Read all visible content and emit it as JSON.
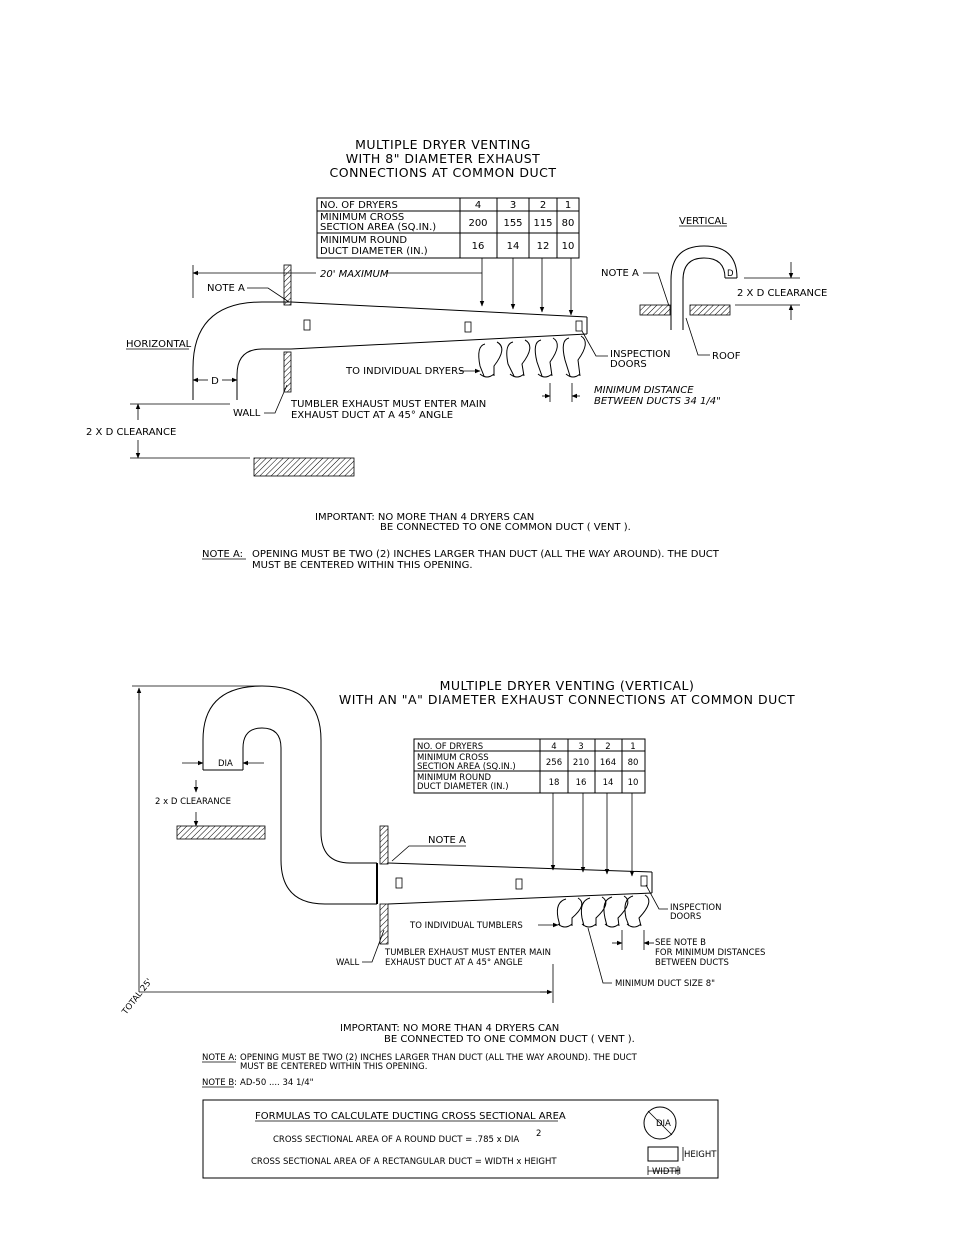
{
  "diagram1": {
    "title": [
      "MULTIPLE DRYER VENTING",
      "WITH 8\" DIAMETER EXHAUST",
      "CONNECTIONS AT COMMON DUCT"
    ],
    "table": {
      "header": [
        "NO. OF DRYERS",
        "4",
        "3",
        "2",
        "1"
      ],
      "rows": [
        {
          "label": [
            "MINIMUM CROSS",
            "SECTION AREA (SQ.IN.)"
          ],
          "values": [
            "200",
            "155",
            "115",
            "80"
          ]
        },
        {
          "label": [
            "MINIMUM ROUND",
            "DUCT DIAMETER (IN.)"
          ],
          "values": [
            "16",
            "14",
            "12",
            "10"
          ]
        }
      ]
    },
    "labels": {
      "note_a": "NOTE A",
      "max_length": "20' MAXIMUM",
      "horizontal": "HORIZONTAL",
      "d": "D",
      "wall": "WALL",
      "clearance": "2 X D CLEARANCE",
      "to_dryers": "TO INDIVIDUAL DRYERS",
      "inspection": [
        "INSPECTION",
        "DOORS"
      ],
      "tumbler": [
        "TUMBLER EXHAUST MUST ENTER MAIN",
        "EXHAUST DUCT AT A 45° ANGLE"
      ],
      "min_distance": [
        "MINIMUM DISTANCE",
        "BETWEEN DUCTS 34 1/4\""
      ]
    },
    "vertical": {
      "title": "VERTICAL",
      "note_a": "NOTE A",
      "d": "D",
      "clearance": "2 X D CLEARANCE",
      "roof": "ROOF"
    },
    "important": [
      "IMPORTANT: NO MORE THAN 4 DRYERS CAN",
      "BE CONNECTED TO ONE COMMON DUCT ( VENT )."
    ],
    "note_a": {
      "label": "NOTE A:",
      "text": [
        "OPENING MUST BE TWO (2) INCHES LARGER THAN DUCT (ALL THE WAY AROUND). THE DUCT",
        "MUST BE CENTERED WITHIN THIS OPENING."
      ]
    }
  },
  "diagram2": {
    "title": [
      "MULTIPLE DRYER VENTING (VERTICAL)",
      "WITH AN \"A\" DIAMETER EXHAUST CONNECTIONS AT COMMON DUCT"
    ],
    "table": {
      "header": [
        "NO. OF DRYERS",
        "4",
        "3",
        "2",
        "1"
      ],
      "rows": [
        {
          "label": [
            "MINIMUM CROSS",
            "SECTION AREA (SQ.IN.)"
          ],
          "values": [
            "256",
            "210",
            "164",
            "80"
          ]
        },
        {
          "label": [
            "MINIMUM ROUND",
            "DUCT DIAMETER (IN.)"
          ],
          "values": [
            "18",
            "16",
            "14",
            "10"
          ]
        }
      ]
    },
    "labels": {
      "dia": "DIA",
      "clearance": "2 x D CLEARANCE",
      "note_a": "NOTE A",
      "to_tumblers": "TO INDIVIDUAL TUMBLERS",
      "inspection": [
        "INSPECTION",
        "DOORS"
      ],
      "see_note_b": [
        "SEE NOTE B",
        "FOR MINIMUM DISTANCES",
        "BETWEEN DUCTS"
      ],
      "tumbler": [
        "TUMBLER EXHAUST MUST ENTER MAIN",
        "EXHAUST DUCT AT A 45° ANGLE"
      ],
      "wall": "WALL",
      "total": "TOTAL 25'",
      "min_duct": "MINIMUM DUCT SIZE 8\""
    },
    "important": [
      "IMPORTANT: NO MORE THAN 4 DRYERS CAN",
      "BE CONNECTED TO ONE COMMON DUCT ( VENT )."
    ],
    "note_a": {
      "label": "NOTE A:",
      "text": [
        "OPENING MUST BE TWO (2) INCHES LARGER THAN DUCT (ALL THE WAY AROUND). THE DUCT",
        "MUST BE CENTERED WITHIN THIS OPENING."
      ]
    },
    "note_b": {
      "label": "NOTE B:",
      "text": "AD-50 .... 34 1/4\""
    }
  },
  "formulas": {
    "title": "FORMULAS TO CALCULATE DUCTING CROSS SECTIONAL AREA",
    "round": "CROSS SECTIONAL AREA OF A ROUND DUCT = .785 x DIA",
    "round_exp": "2",
    "rect": "CROSS SECTIONAL AREA OF A RECTANGULAR DUCT = WIDTH x HEIGHT",
    "dia": "DIA",
    "height": "HEIGHT",
    "width": "WIDTH"
  }
}
